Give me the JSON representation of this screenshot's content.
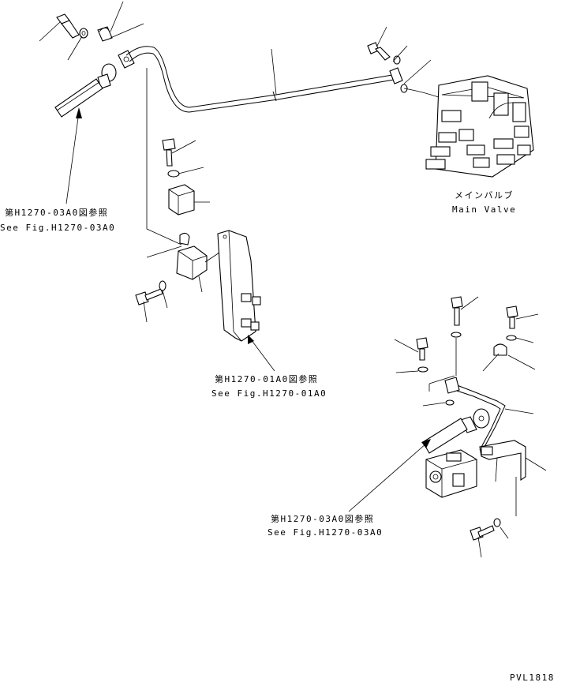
{
  "labels": {
    "ref_top_left_jp": "第H1270-03A0図参照",
    "ref_top_left_en": "See Fig.H1270-03A0",
    "main_valve_jp": "メインバルブ",
    "main_valve_en": "Main Valve",
    "ref_middle_jp": "第H1270-01A0図参照",
    "ref_middle_en": "See Fig.H1270-01A0",
    "ref_bottom_jp": "第H1270-03A0図参照",
    "ref_bottom_en": "See Fig.H1270-03A0",
    "drawing_code": "PVL1818"
  }
}
